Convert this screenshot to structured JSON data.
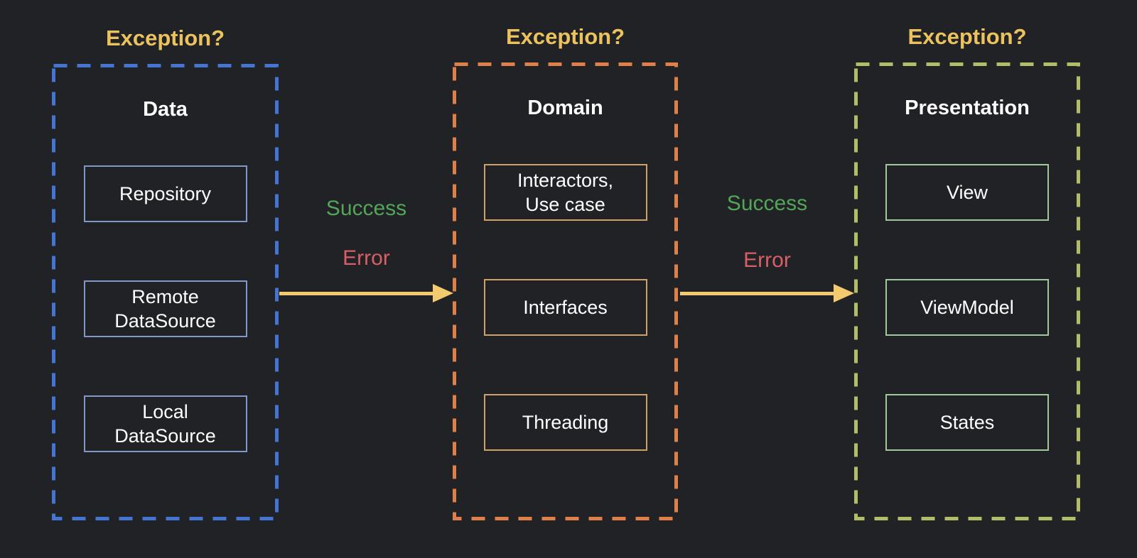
{
  "colors": {
    "background": "#212225",
    "exception-gold": "#ecc25f",
    "arrow-gold": "#f3ca6e",
    "success-green": "#53a558",
    "error-red": "#d75f68",
    "dash-blue": "#4475d2",
    "box-blue": "#8197c8",
    "dash-orange": "#e08049",
    "box-orange": "#d2a062",
    "dash-olive": "#b2bd68",
    "box-green": "#a3c89a",
    "text-white": "#ffffff"
  },
  "layers": [
    {
      "exception_label": "Exception?",
      "title": "Data",
      "boxes": [
        "Repository",
        "Remote\nDataSource",
        "Local\nDataSource"
      ]
    },
    {
      "exception_label": "Exception?",
      "title": "Domain",
      "boxes": [
        "Interactors,\nUse case",
        "Interfaces",
        "Threading"
      ]
    },
    {
      "exception_label": "Exception?",
      "title": "Presentation",
      "boxes": [
        "View",
        "ViewModel",
        "States"
      ]
    }
  ],
  "connections": [
    {
      "success_label": "Success",
      "error_label": "Error"
    },
    {
      "success_label": "Success",
      "error_label": "Error"
    }
  ]
}
